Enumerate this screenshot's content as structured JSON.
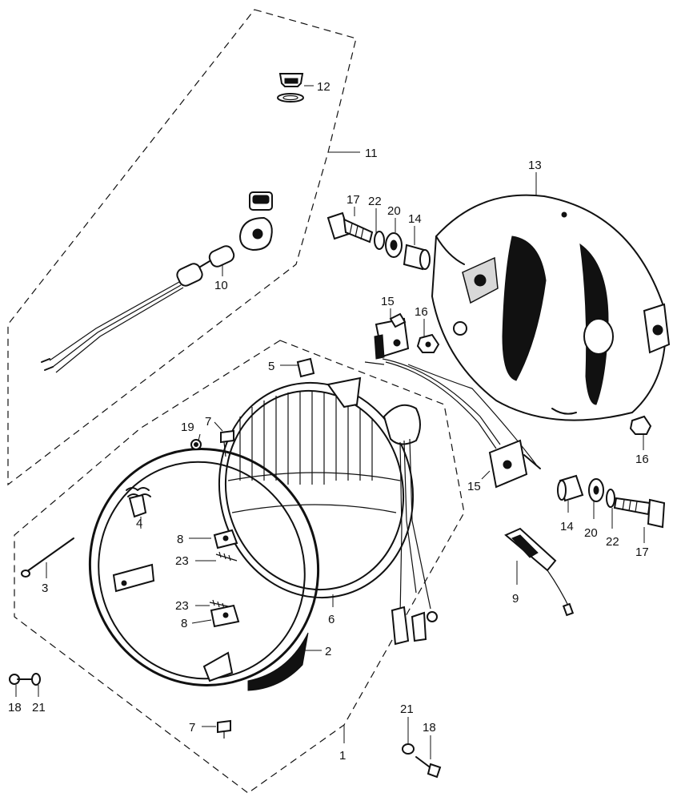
{
  "callouts": [
    {
      "id": "c12a",
      "text": "12"
    },
    {
      "id": "c11",
      "text": "11"
    },
    {
      "id": "c10",
      "text": "10"
    },
    {
      "id": "c13",
      "text": "13"
    },
    {
      "id": "c17a",
      "text": "17"
    },
    {
      "id": "c22a",
      "text": "22"
    },
    {
      "id": "c20a",
      "text": "20"
    },
    {
      "id": "c14a",
      "text": "14"
    },
    {
      "id": "c15a",
      "text": "15"
    },
    {
      "id": "c16a",
      "text": "16"
    },
    {
      "id": "c5",
      "text": "5"
    },
    {
      "id": "c19",
      "text": "19"
    },
    {
      "id": "c7a",
      "text": "7"
    },
    {
      "id": "c4",
      "text": "4"
    },
    {
      "id": "c8a",
      "text": "8"
    },
    {
      "id": "c23a",
      "text": "23"
    },
    {
      "id": "c3",
      "text": "3"
    },
    {
      "id": "c23b",
      "text": "23"
    },
    {
      "id": "c8b",
      "text": "8"
    },
    {
      "id": "c6",
      "text": "6"
    },
    {
      "id": "c2",
      "text": "2"
    },
    {
      "id": "c15b",
      "text": "15"
    },
    {
      "id": "c16b",
      "text": "16"
    },
    {
      "id": "c14b",
      "text": "14"
    },
    {
      "id": "c20b",
      "text": "20"
    },
    {
      "id": "c22b",
      "text": "22"
    },
    {
      "id": "c17b",
      "text": "17"
    },
    {
      "id": "c9",
      "text": "9"
    },
    {
      "id": "c18a",
      "text": "18"
    },
    {
      "id": "c21a",
      "text": "21"
    },
    {
      "id": "c7b",
      "text": "7"
    },
    {
      "id": "c1",
      "text": "1"
    },
    {
      "id": "c21b",
      "text": "21"
    },
    {
      "id": "c18b",
      "text": "18"
    }
  ]
}
